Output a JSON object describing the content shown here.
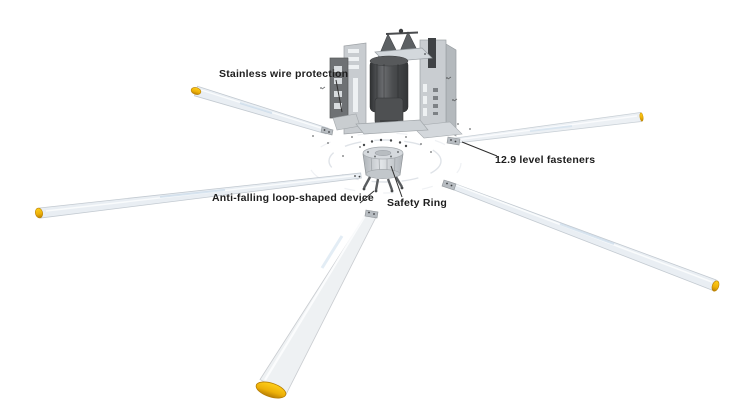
{
  "diagram": {
    "subject": "industrial-ceiling-fan-exploded-view",
    "labels": [
      {
        "id": "stainless-wire-protection",
        "text": "Stainless wire protection"
      },
      {
        "id": "level-fasteners",
        "text": "12.9 level fasteners"
      },
      {
        "id": "anti-falling-device",
        "text": "Anti-falling loop-shaped device"
      },
      {
        "id": "safety-ring",
        "text": "Safety Ring"
      }
    ],
    "blades": {
      "count": 5,
      "tip_color_name": "yellow"
    }
  },
  "colors": {
    "background": "#ffffff",
    "label_text": "#1d1d1d",
    "leader_line": "#2e2e2e",
    "blade_body": "#e9eef3",
    "blade_edge": "#c3cad1",
    "blade_tip_yellow": "#edb008",
    "blade_tip_dark": "#b87f05",
    "motor_gray": "#4b4d4f",
    "bracket_gray": "#c8ccd0",
    "bracket_dark": "#6e7174",
    "hub_gray": "#c6cbcf",
    "ghost_ring": "#dde2e7"
  }
}
